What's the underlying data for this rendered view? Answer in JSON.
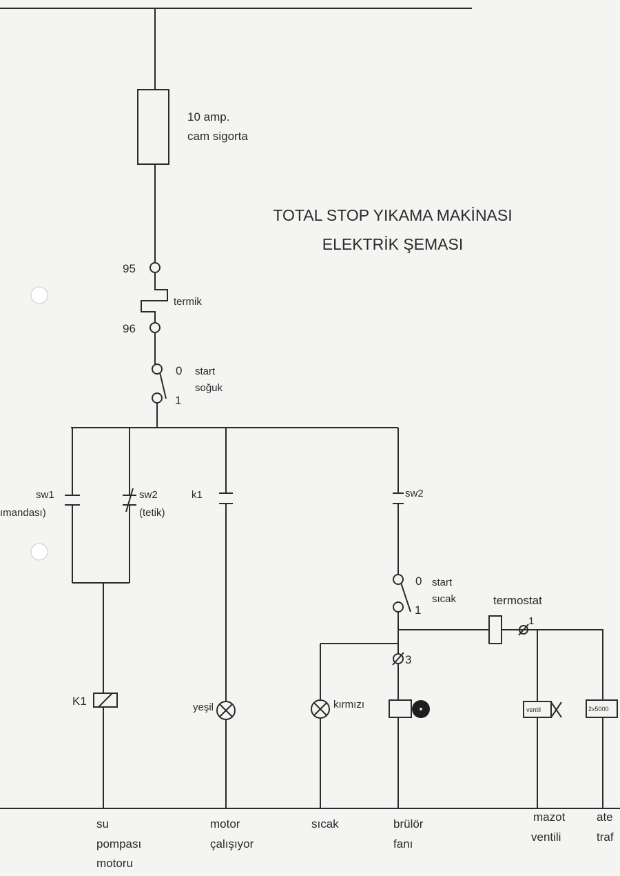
{
  "title": {
    "line1": "TOTAL STOP YIKAMA MAKİNASI",
    "line2": "ELEKTRİK ŞEMASI"
  },
  "fuse": {
    "line1": "10 amp.",
    "line2": "cam sigorta"
  },
  "thermal": {
    "top": "95",
    "bottom": "96",
    "label": "termik"
  },
  "cold_switch": {
    "pos0": "0",
    "pos1": "1",
    "label1": "start",
    "label2": "soğuk"
  },
  "sw1": {
    "name": "sw1",
    "desc": "ımandası)"
  },
  "sw2_left": {
    "name": "sw2",
    "desc": "(tetik)"
  },
  "k1_contact": "k1",
  "sw2_right": "sw2",
  "hot_switch": {
    "pos0": "0",
    "pos1": "1",
    "label1": "start",
    "label2": "sıcak"
  },
  "thermostat": {
    "label": "termostat",
    "terminal": "1"
  },
  "terminal3": "3",
  "coil": "K1",
  "lamp_green": "yeşil",
  "lamp_red": "kırmızı",
  "valve_box": "ventil",
  "transformer_box": "2x5000",
  "bottom_labels": [
    {
      "l1": "su",
      "l2": "pompası",
      "l3": "motoru"
    },
    {
      "l1": "motor",
      "l2": "çalışıyor"
    },
    {
      "l1": "sıcak"
    },
    {
      "l1": "brülör",
      "l2": "fanı"
    },
    {
      "l1": "mazot",
      "l2": "ventili"
    },
    {
      "l1": "ate",
      "l2": "traf"
    }
  ]
}
